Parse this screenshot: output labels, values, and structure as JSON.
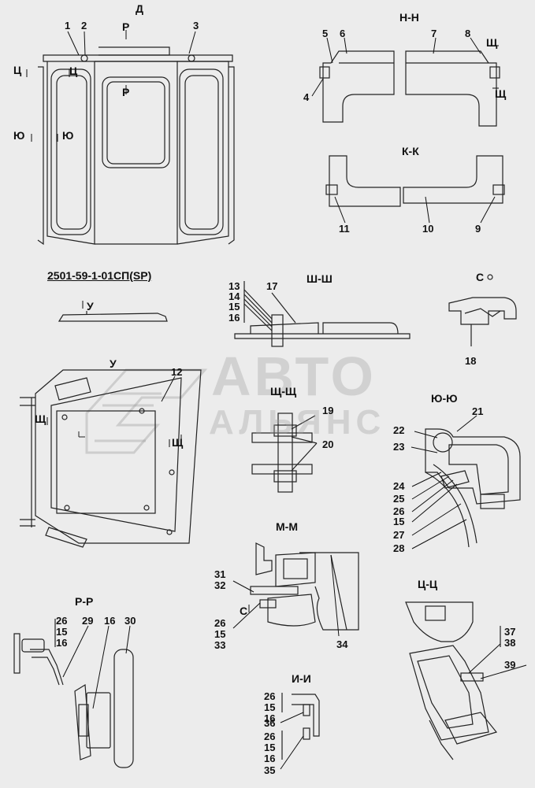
{
  "drawing_code": "2501-59-1-01СП(SP)",
  "watermark": {
    "line1": "АВТО",
    "line2": "АЛЬЯНС"
  },
  "sections": {
    "d": "Д",
    "nn": "Н-Н",
    "kk": "К-К",
    "shsh": "Ш-Ш",
    "s": "С",
    "u": "У",
    "shchshch": "Щ-Щ",
    "yuyu": "Ю-Ю",
    "mm": "М-М",
    "rr": "Р-Р",
    "tsts": "Ц-Ц",
    "ii": "И-И"
  },
  "markers": {
    "r": "Р",
    "ts": "Ц",
    "yu": "Ю",
    "u": "У",
    "shch": "Щ",
    "s": "С"
  },
  "callouts": {
    "c1": "1",
    "c2": "2",
    "c3": "3",
    "c4": "4",
    "c5": "5",
    "c6": "6",
    "c7": "7",
    "c8": "8",
    "c9": "9",
    "c10": "10",
    "c11": "11",
    "c12": "12",
    "c13": "13",
    "c14": "14",
    "c15": "15",
    "c16": "16",
    "c17": "17",
    "c18": "18",
    "c19": "19",
    "c20": "20",
    "c21": "21",
    "c22": "22",
    "c23": "23",
    "c24": "24",
    "c25": "25",
    "c26": "26",
    "c27": "27",
    "c28": "28",
    "c29": "29",
    "c30": "30",
    "c31": "31",
    "c32": "32",
    "c33": "33",
    "c34": "34",
    "c35": "35",
    "c36": "36",
    "c37": "37",
    "c38": "38",
    "c39": "39"
  }
}
